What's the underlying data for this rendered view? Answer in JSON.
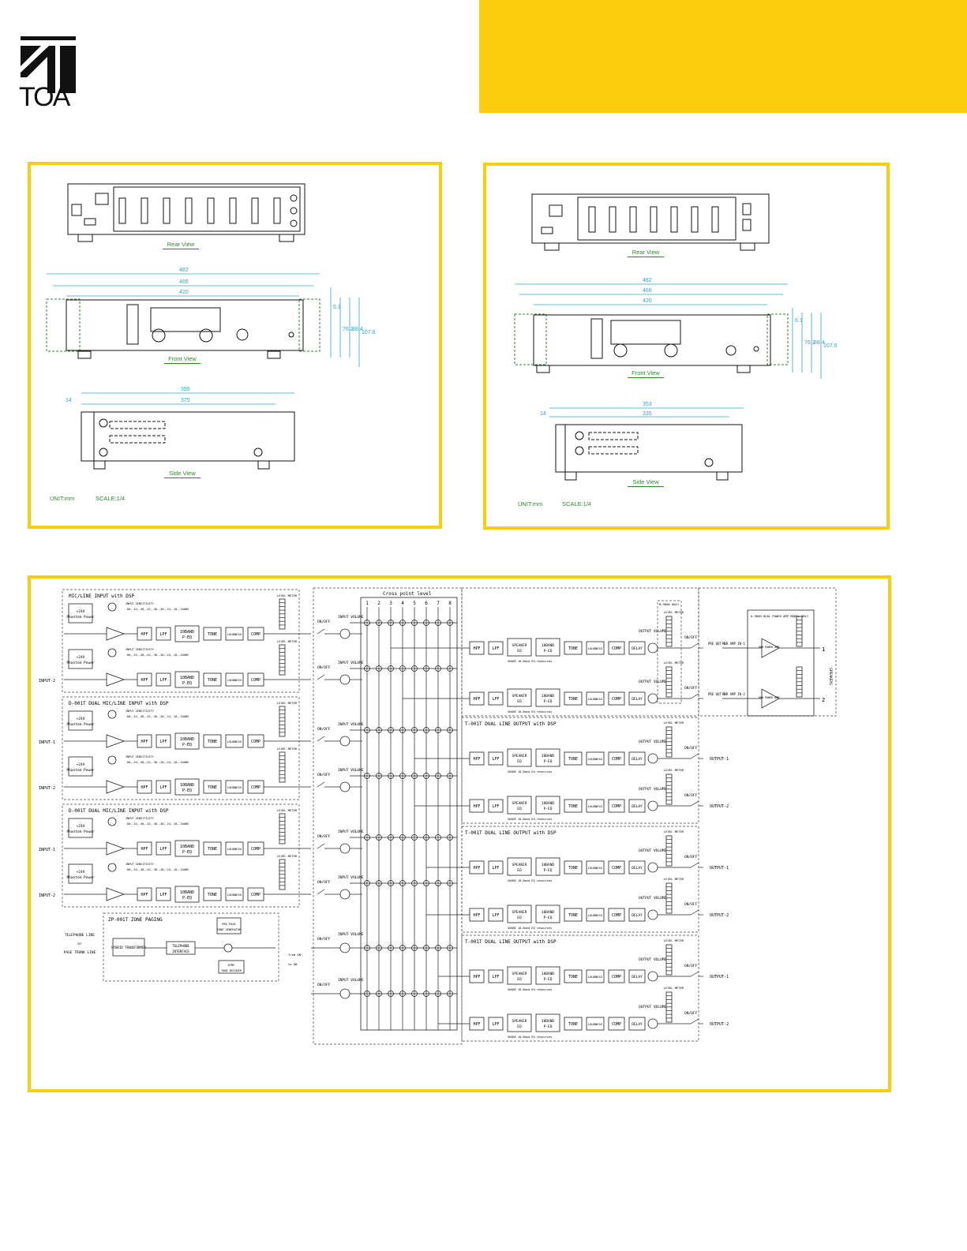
{
  "brand": {
    "logo_text": "TOA",
    "accent": "#fccd0b",
    "dim_color": "#2aa8cc",
    "label_color": "#2a8a2a"
  },
  "left_drawing": {
    "rear_view": "Rear View",
    "front_view": "Front View",
    "side_view": "Side View",
    "unit": "UNIT:mm",
    "scale": "SCALE:1/4",
    "dims": {
      "w1": "482",
      "w2": "466",
      "w3": "420",
      "h1": "6.1",
      "h2": "76.2",
      "h3": "88.4",
      "h4": "107.6",
      "d1": "395",
      "d2": "375",
      "d3": "14"
    }
  },
  "right_drawing": {
    "rear_view": "Rear View",
    "front_view": "Front View",
    "side_view": "Side View",
    "unit": "UNIT:mm",
    "scale": "SCALE:1/4",
    "dims": {
      "w1": "482",
      "w2": "466",
      "w3": "420",
      "h1": "6.1",
      "h2": "76.2",
      "h3": "88.4",
      "h4": "107.6",
      "d1": "353",
      "d2": "335",
      "d3": "14"
    }
  },
  "block": {
    "input_modules": [
      {
        "title": "MIC/LINE INPUT with DSP"
      },
      {
        "title": "D-001T DUAL MIC/LINE INPUT with DSP"
      },
      {
        "title": "D-001T DUAL MIC/LINE INPUT with DSP"
      }
    ],
    "zone_paging": {
      "title": "ZP-001T ZONE PAGING",
      "tel_line": "TELEPHONE LINE",
      "or": "or",
      "page_trunk": "PAGE TRUNK LINE",
      "hybrid": "HYBRID TRANSFORMER",
      "interface": "TELEPHONE INTERFACE",
      "pre_page": "PRE-PAGE TONE GENERATOR",
      "dtmf": "DTMF TONE DECODER",
      "from_on": "from ON",
      "to_on": "to ON"
    },
    "output_modules": [
      {
        "title": "T-001T DUAL LINE OUTPUT with DSP"
      },
      {
        "title": "T-001T DUAL LINE OUTPUT with DSP"
      },
      {
        "title": "T-001T DUAL LINE OUTPUT with DSP"
      }
    ],
    "crosspoint": {
      "title": "Cross point level",
      "columns": [
        "1",
        "2",
        "3",
        "4",
        "5",
        "6",
        "7",
        "8"
      ]
    },
    "labels": {
      "phantom": "+24V Phantom Power",
      "sensitivity": "INPUT SENSITIVITY",
      "sens_values": "-60,-54,-48,-42,-36,-30,-24,-18,-10dBV",
      "hpf": "HPF",
      "lpf": "LPF",
      "peq": "10BAND P-EQ",
      "tone": "TONE",
      "loudness": "LOUDNESS",
      "comp": "COMP",
      "level_meter": "LEVEL METER",
      "on_off": "ON/OFF",
      "input_volume": "INPUT VOLUME",
      "output_volume": "OUTPUT VOLUME",
      "speaker_eq": "SPEAKER EQ",
      "delay": "DELAY",
      "share": "SHARE 10-Band EQ resources",
      "input1": "INPUT-1",
      "input2": "INPUT-2",
      "output1": "OUTPUT-1",
      "output2": "OUTPUT-2",
      "m9000_only": "M-9000 ONLY",
      "amp_title": "A-9000 DUAL POWER AMP MODEL ONLY",
      "pre_out1": "PRE OUT-1",
      "pre_out2": "PRE OUT-2",
      "pwr_in1": "PWR AMP IN-1",
      "pwr_in2": "PWR AMP IN-2",
      "power_amp": "60W POWER AMP",
      "speakers": "SPEAKERS",
      "spk1": "1",
      "spk2": "2"
    }
  }
}
